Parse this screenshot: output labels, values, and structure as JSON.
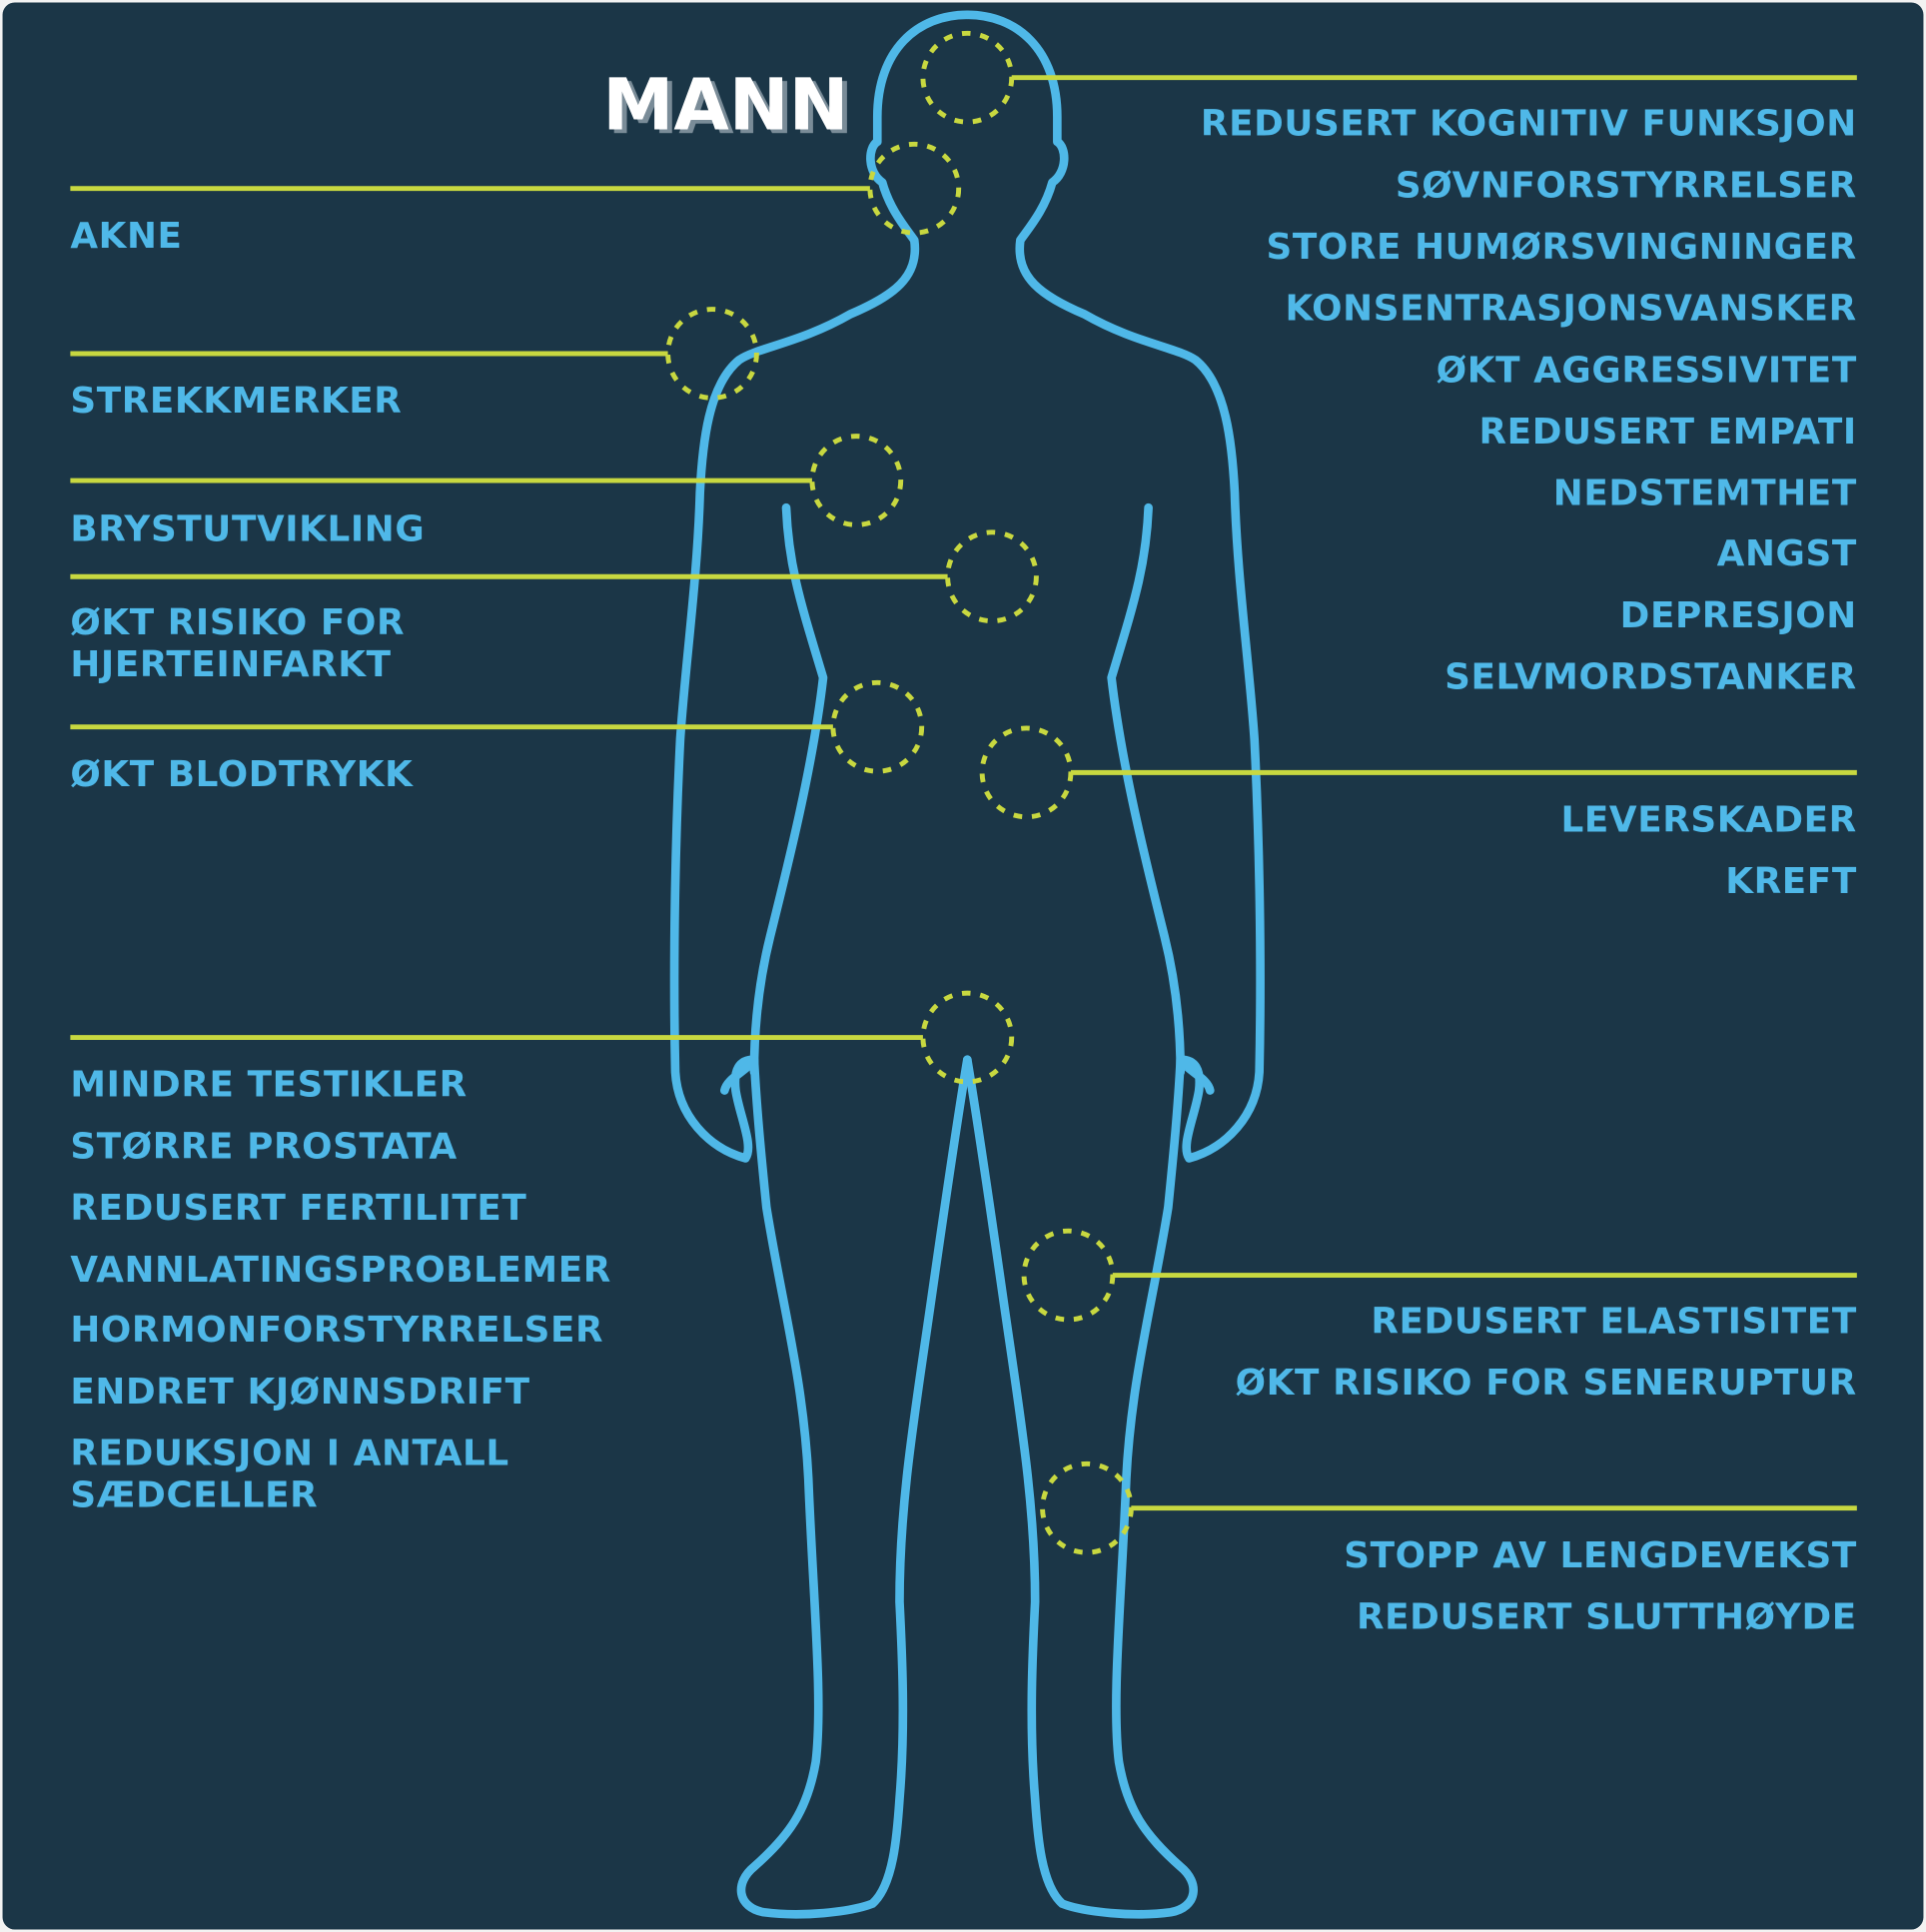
{
  "title": "MANN",
  "colors": {
    "background": "#1b3647",
    "outline": "#4fb8e8",
    "marker": "#c8d840",
    "label": "#4fb8e8",
    "title": "#ffffff"
  },
  "groups": {
    "brain": [
      "REDUSERT KOGNITIV FUNKSJON",
      "SØVNFORSTYRRELSER",
      "STORE HUMØRSVINGNINGER",
      "KONSENTRASJONSVANSKER",
      "ØKT AGGRESSIVITET",
      "REDUSERT EMPATI",
      "NEDSTEMTHET",
      "ANGST",
      "DEPRESJON",
      "SELVMORDSTANKER"
    ],
    "face": [
      "AKNE"
    ],
    "shoulder": [
      "STREKKMERKER"
    ],
    "chest": [
      "BRYSTUTVIKLING"
    ],
    "heart": [
      "ØKT RISIKO FOR",
      "HJERTEINFARKT"
    ],
    "blood": [
      "ØKT BLODTRYKK"
    ],
    "liver": [
      "LEVERSKADER",
      "KREFT"
    ],
    "groin": [
      "MINDRE TESTIKLER",
      "STØRRE PROSTATA",
      "REDUSERT FERTILITET",
      "VANNLATINGSPROBLEMER",
      "HORMONFORSTYRRELSER",
      "ENDRET KJØNNSDRIFT",
      "REDUKSJON I ANTALL",
      "SÆDCELLER"
    ],
    "knee": [
      "REDUSERT ELASTISITET",
      "ØKT RISIKO FOR SENERUPTUR"
    ],
    "shin": [
      "STOPP AV LENGDEVEKST",
      "REDUSERT SLUTTHØYDE"
    ]
  }
}
